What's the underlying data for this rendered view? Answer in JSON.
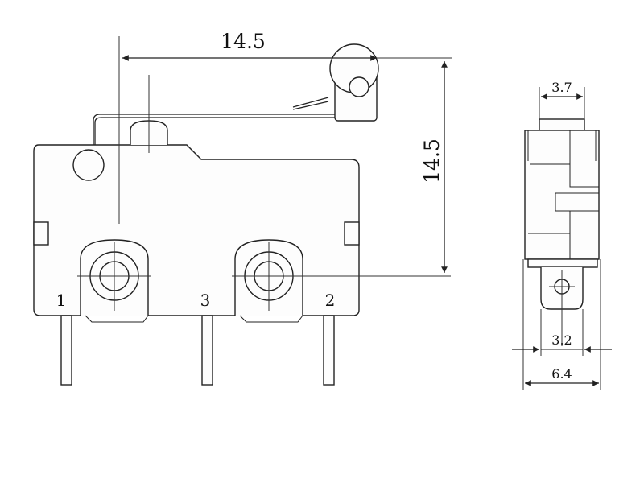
{
  "side_view": {
    "horizontal_dimension": "14.5",
    "vertical_dimension": "14.5",
    "terminal_labels": [
      "1",
      "3",
      "2"
    ]
  },
  "end_view": {
    "top_width": "3.7",
    "terminal_width": "3.2",
    "body_width": "6.4"
  }
}
